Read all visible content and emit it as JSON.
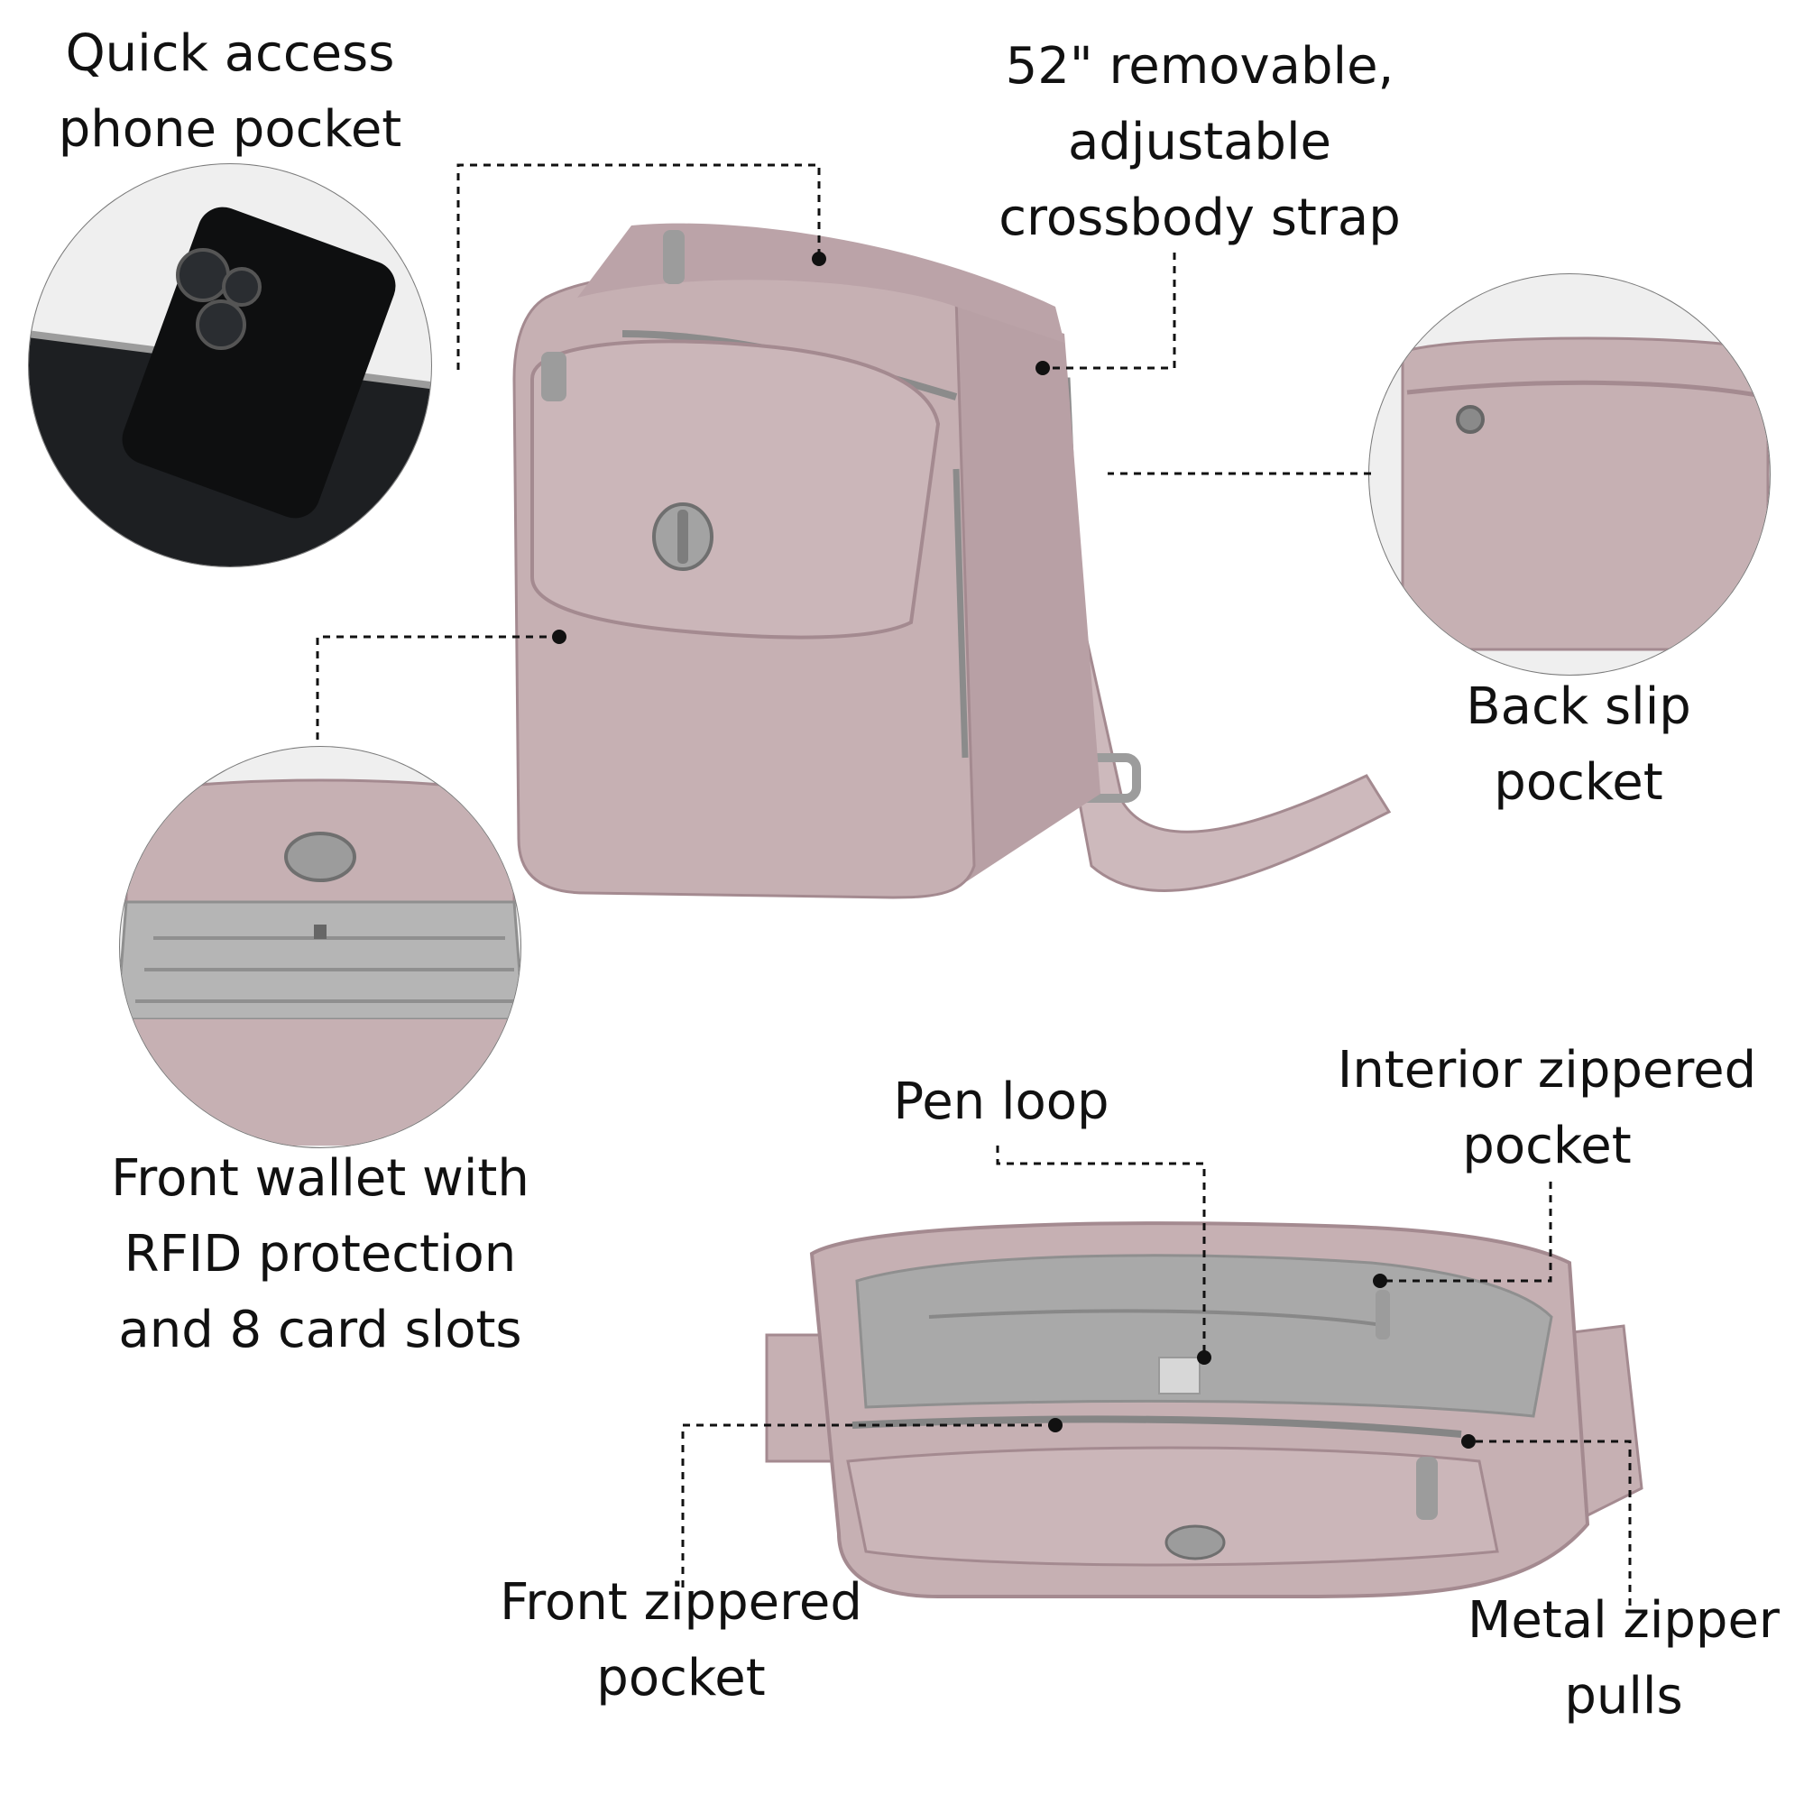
{
  "image": {
    "kind": "product feature infographic",
    "bag_color": "#c6b0b3",
    "bag_shadow_color": "#a48a90",
    "lining_color": "#a9a9a9",
    "hardware_color": "#9c9c9c"
  },
  "callouts": {
    "phone_pocket": {
      "lines": [
        "Quick access",
        "phone pocket"
      ]
    },
    "strap": {
      "lines": [
        "52\" removable,",
        "adjustable",
        "crossbody strap"
      ]
    },
    "back_pocket": {
      "lines": [
        "Back slip",
        "pocket"
      ]
    },
    "wallet": {
      "lines": [
        "Front wallet with",
        "RFID protection",
        "and 8 card slots"
      ]
    },
    "pen_loop": {
      "lines": [
        "Pen loop"
      ]
    },
    "interior_pocket": {
      "lines": [
        "Interior zippered",
        "pocket"
      ]
    },
    "front_zip_pocket": {
      "lines": [
        "Front zippered",
        "pocket"
      ]
    },
    "zipper_pulls": {
      "lines": [
        "Metal zipper",
        "pulls"
      ]
    }
  }
}
